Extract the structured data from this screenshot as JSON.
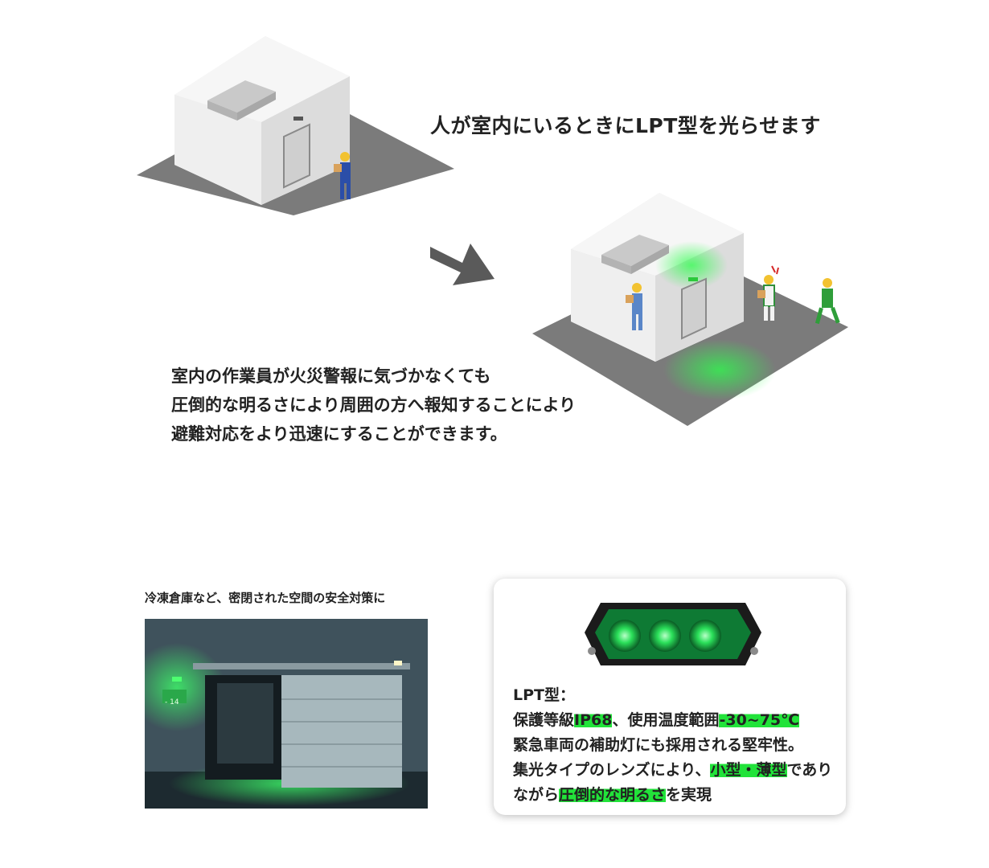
{
  "top_heading": "人が室内にいるときにLPT型を光らせます",
  "description_lines": [
    "室内の作業員が火災警報に気づかなくても",
    "圧倒的な明るさにより周囲の方へ報知することにより",
    "避難対応をより迅速にすることができます。"
  ],
  "photo_caption": "冷凍倉庫など、密閉された空間の安全対策に",
  "door_sign": "- 14",
  "spec": {
    "title": "LPT型：",
    "line1": {
      "a": "保護等級",
      "b": "IP68",
      "c": "、使用温度範囲",
      "d": "-30~75℃"
    },
    "line2": "緊急車両の補助灯にも採用される堅牢性。",
    "line3": {
      "a": "集光タイプのレンズにより、",
      "b": "小型・薄型",
      "c": "であり"
    },
    "line4": {
      "a": "ながら",
      "b": "圧倒的な明るさ",
      "c": "を実現"
    }
  },
  "colors": {
    "accent_green": "#22e33a",
    "floor_gray": "#7b7b7b",
    "arrow_gray": "#5a5a5a"
  }
}
